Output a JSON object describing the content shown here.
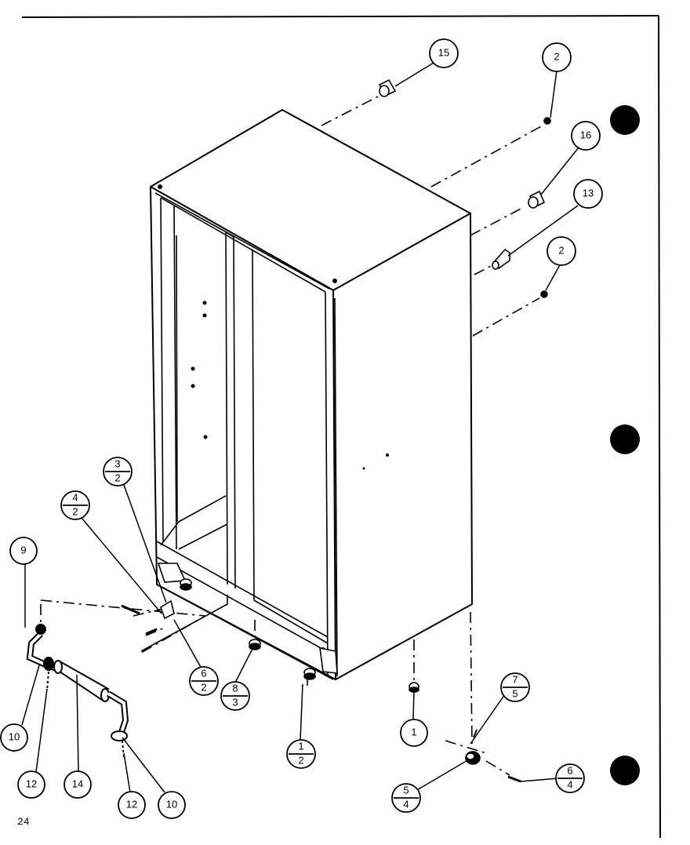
{
  "page_number": "24",
  "callouts": {
    "c15": "15",
    "c2a": "2",
    "c16": "16",
    "c13": "13",
    "c2b": "2",
    "c9": "9",
    "c10a": "10",
    "c12a": "12",
    "c14": "14",
    "c12b": "12",
    "c10b": "10",
    "c1": "1",
    "c3_2": {
      "top": "3",
      "bottom": "2"
    },
    "c4_2": {
      "top": "4",
      "bottom": "2"
    },
    "c6_2": {
      "top": "6",
      "bottom": "2"
    },
    "c8_3": {
      "top": "8",
      "bottom": "3"
    },
    "c1_2": {
      "top": "1",
      "bottom": "2"
    },
    "c7_5": {
      "top": "7",
      "bottom": "5"
    },
    "c5_4": {
      "top": "5",
      "bottom": "4"
    },
    "c6_4": {
      "top": "6",
      "bottom": "4"
    }
  },
  "colors": {
    "ink": "#000000",
    "paper": "#ffffff"
  }
}
